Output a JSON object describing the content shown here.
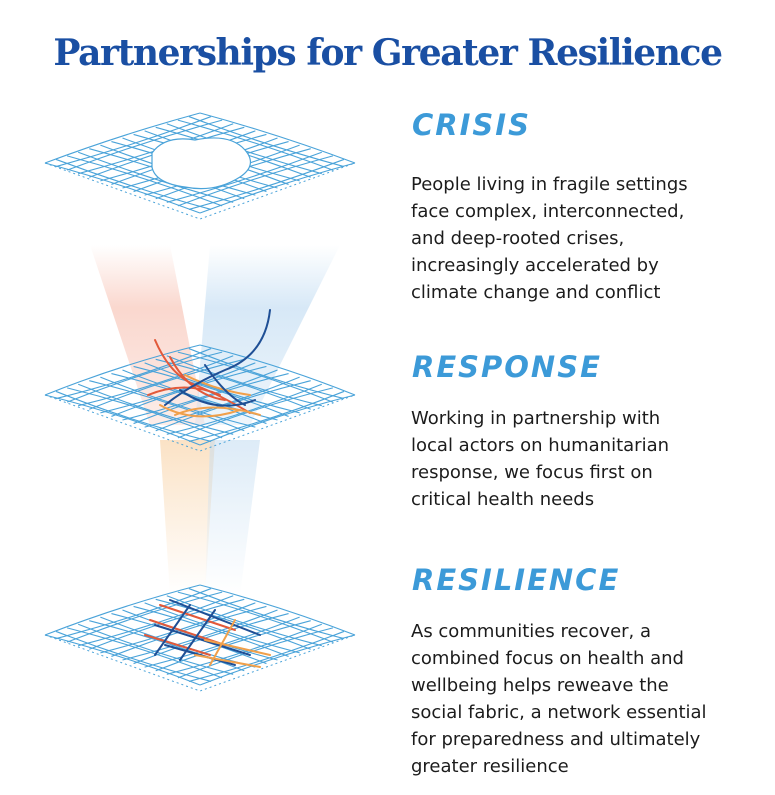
{
  "title": "Partnerships for Greater Resilience",
  "colors": {
    "title": "#1a4fa3",
    "heading": "#3c9ad8",
    "mesh": "#4aa3d9",
    "thread_blue": "#1f4f95",
    "thread_red": "#e2593a",
    "thread_orange": "#f0a04b",
    "body_text": "#1c1c1c"
  },
  "stages": [
    {
      "heading": "CRISIS",
      "lines": [
        "People living in fragile settings",
        "face complex, interconnected,",
        "and deep-rooted crises,",
        "increasingly accelerated by",
        "climate change and conflict"
      ]
    },
    {
      "heading": "RESPONSE",
      "lines": [
        "Working in partnership with",
        "local actors on humanitarian",
        "response, we focus first on",
        "critical health needs"
      ]
    },
    {
      "heading": "RESILIENCE",
      "lines": [
        "As communities recover, a",
        "combined focus on health and",
        "wellbeing helps reweave the",
        "social fabric, a network essential",
        "for preparedness and ultimately",
        "greater resilience"
      ]
    }
  ]
}
